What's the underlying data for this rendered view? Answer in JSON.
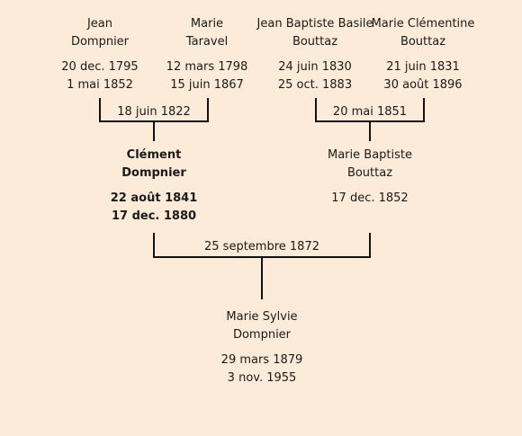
{
  "persons": {
    "p1": {
      "first": "Jean",
      "last": "Dompnier",
      "birth": "20 dec. 1795",
      "death": "1 mai 1852"
    },
    "p2": {
      "first": "Marie",
      "last": "Taravel",
      "birth": "12 mars 1798",
      "death": "15 juin 1867"
    },
    "p3": {
      "first": "Jean Baptiste Basile",
      "last": "Bouttaz",
      "birth": "24 juin 1830",
      "death": "25 oct. 1883"
    },
    "p4": {
      "first": "Marie Clémentine",
      "last": "Bouttaz",
      "birth": "21 juin 1831",
      "death": "30 août 1896"
    },
    "p5": {
      "first": "Clément",
      "last": "Dompnier",
      "birth": "22 août 1841",
      "death": "17 dec. 1880"
    },
    "p6": {
      "first": "Marie Baptiste",
      "last": "Bouttaz",
      "birth": "17 dec. 1852",
      "death": ""
    },
    "p7": {
      "first": "Marie Sylvie",
      "last": "Dompnier",
      "birth": "29 mars 1879",
      "death": "3 nov. 1955"
    }
  },
  "marriages": {
    "m1": "18 juin 1822",
    "m2": "20 mai 1851",
    "m3": "25 septembre 1872"
  }
}
